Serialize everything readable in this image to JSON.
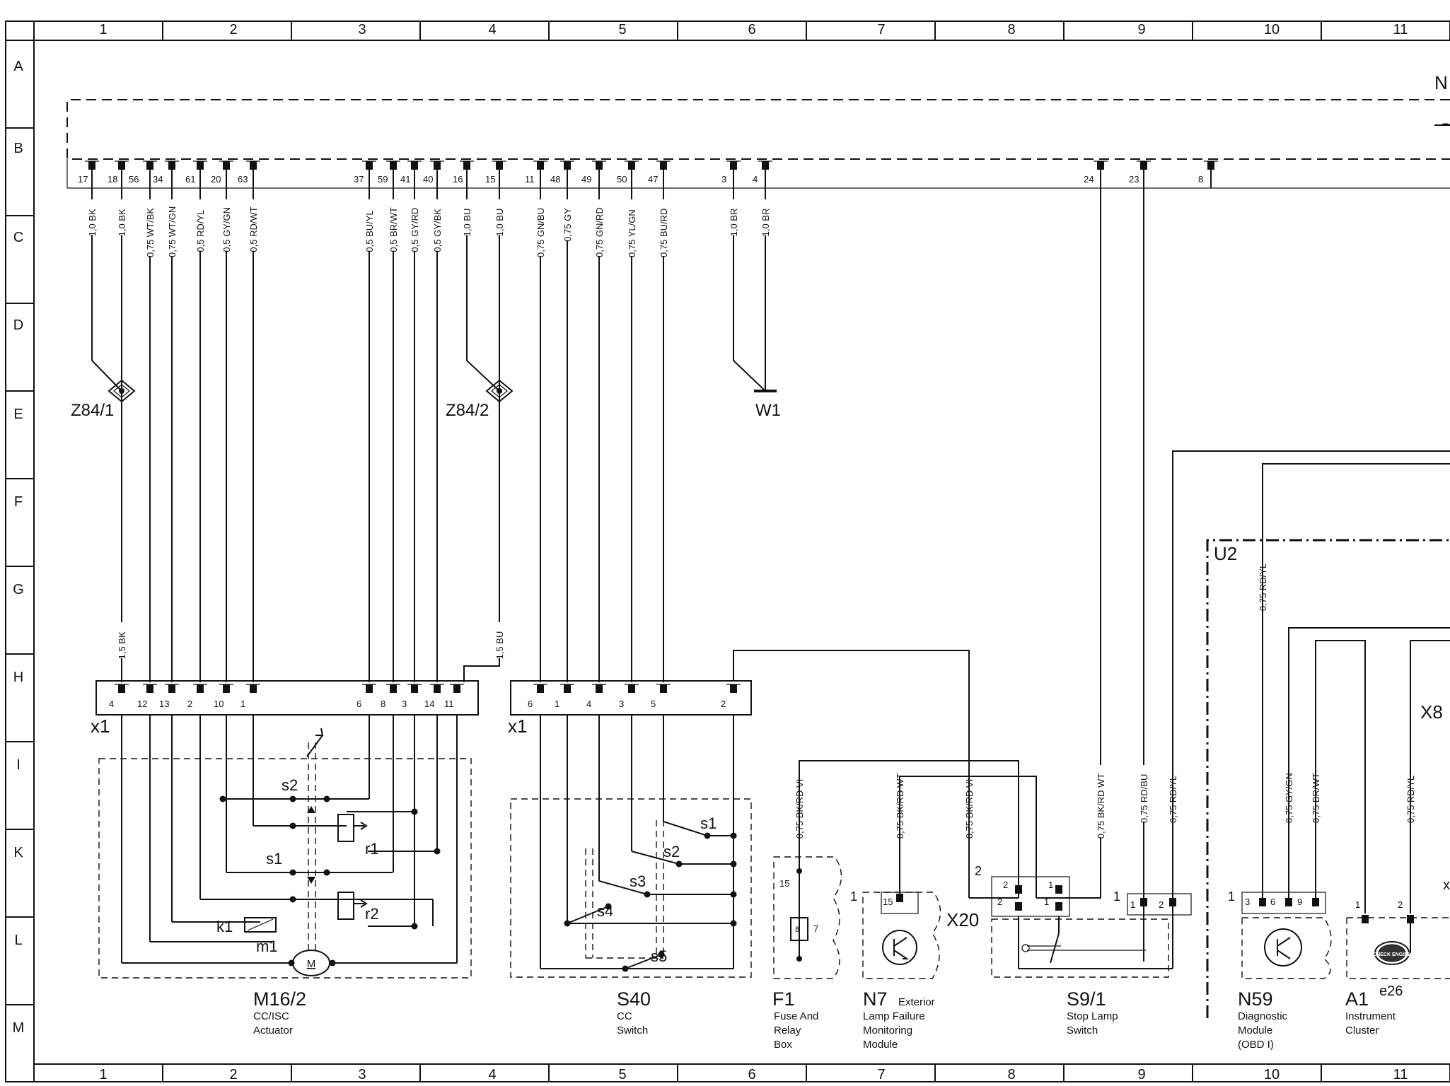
{
  "grid": {
    "columns": [
      "1",
      "2",
      "3",
      "4",
      "5",
      "6",
      "7",
      "8",
      "9",
      "10",
      "11"
    ],
    "rows": [
      "A",
      "B",
      "C",
      "D",
      "E",
      "F",
      "G",
      "H",
      "I",
      "K",
      "L",
      "M"
    ]
  },
  "top_connector": {
    "pins_left": [
      "17",
      "18",
      "56",
      "34",
      "61",
      "20",
      "63"
    ],
    "pins_mid": [
      "37",
      "59",
      "41",
      "40",
      "16",
      "15"
    ],
    "pins_right": [
      "11",
      "48",
      "49",
      "50",
      "47"
    ],
    "pins_w1": [
      "3",
      "4"
    ],
    "pins_far": [
      "24",
      "23",
      "8"
    ],
    "cut_label": "N"
  },
  "wires": {
    "w17": "1,0 BK",
    "w18": "1,0 BK",
    "w56": "0,75 WT/BK",
    "w34": "0,75 WT/GN",
    "w61": "0,5 RD/YL",
    "w20": "0,5 GY/GN",
    "w63": "0,5 RD/WT",
    "w37": "0,5 BU/YL",
    "w59": "0,5 BR/WT",
    "w41": "0,5 GY/RD",
    "w40": "0,5 GY/BK",
    "w16": "1,0 BU",
    "w15": "1,0 BU",
    "w11": "0,75 GN/BU",
    "w48": "0,75 GY",
    "w49": "0,75 GN/RD",
    "w50": "0,75 YL/GN",
    "w47": "0,75 BU/RD",
    "w3": "1,0 BR",
    "w4": "1,0 BR",
    "z841_out": "1,5 BK",
    "z842_out": "1,5 BU",
    "f1": "0,75 BK/RD VI",
    "n7": "0,75 BK/RD WT",
    "x20a": "0,75 BK/RD VI",
    "s91": "0,75 BK/RD WT",
    "w23": "0,75 RD/BU",
    "s91b": "0,75 RD/YL",
    "u2": "0,75 RD/YL",
    "n59a": "0,75 GY/GN",
    "n59b": "0,75 BR/WT",
    "a1": "0,75 RD/YL"
  },
  "splices": {
    "z841": "Z84/1",
    "z842": "Z84/2",
    "w1": "W1"
  },
  "labels": {
    "x1": "x1",
    "x20": "X20",
    "u2": "U2",
    "x8": "X8",
    "x_cut": "x"
  },
  "m16": {
    "pins": [
      "4",
      "12",
      "13",
      "2",
      "10",
      "1",
      "6",
      "8",
      "3",
      "14",
      "11"
    ],
    "s1": "s1",
    "s2": "s2",
    "r1": "r1",
    "r2": "r2",
    "k1": "k1",
    "m1": "m1",
    "motor": "M",
    "code": "M16/2",
    "desc1": "CC/ISC",
    "desc2": "Actuator"
  },
  "s40": {
    "pins": [
      "6",
      "1",
      "4",
      "3",
      "5",
      "2"
    ],
    "switches": [
      "s1",
      "s2",
      "s3",
      "s4",
      "s5"
    ],
    "code": "S40",
    "desc1": "CC",
    "desc2": "Switch"
  },
  "f1": {
    "pin_top": "15",
    "pin_side": "7",
    "fuse": "8",
    "code": "F1",
    "desc": [
      "Fuse And",
      "Relay",
      "Box"
    ]
  },
  "n7": {
    "pin": "15",
    "ref": "1",
    "code": "N7",
    "title": "Exterior",
    "desc": [
      "Lamp Failure",
      "Monitoring",
      "Module"
    ]
  },
  "s91": {
    "pins_left": [
      "2",
      "2"
    ],
    "pins_right": [
      "1",
      "1"
    ],
    "ref": "2",
    "code": "S9/1",
    "desc": [
      "Stop Lamp",
      "Switch"
    ]
  },
  "s91_b": {
    "ref": "1",
    "pins": [
      "1",
      "2"
    ]
  },
  "n59": {
    "ref": "1",
    "pins": [
      "3",
      "6",
      "9"
    ],
    "code": "N59",
    "desc": [
      "Diagnostic",
      "Module",
      "(OBD I)"
    ]
  },
  "a1": {
    "pins": [
      "1",
      "2"
    ],
    "badge": "CHECK ENGINE",
    "code": "A1",
    "sup": "e26",
    "desc": [
      "Instrument",
      "Cluster"
    ]
  }
}
